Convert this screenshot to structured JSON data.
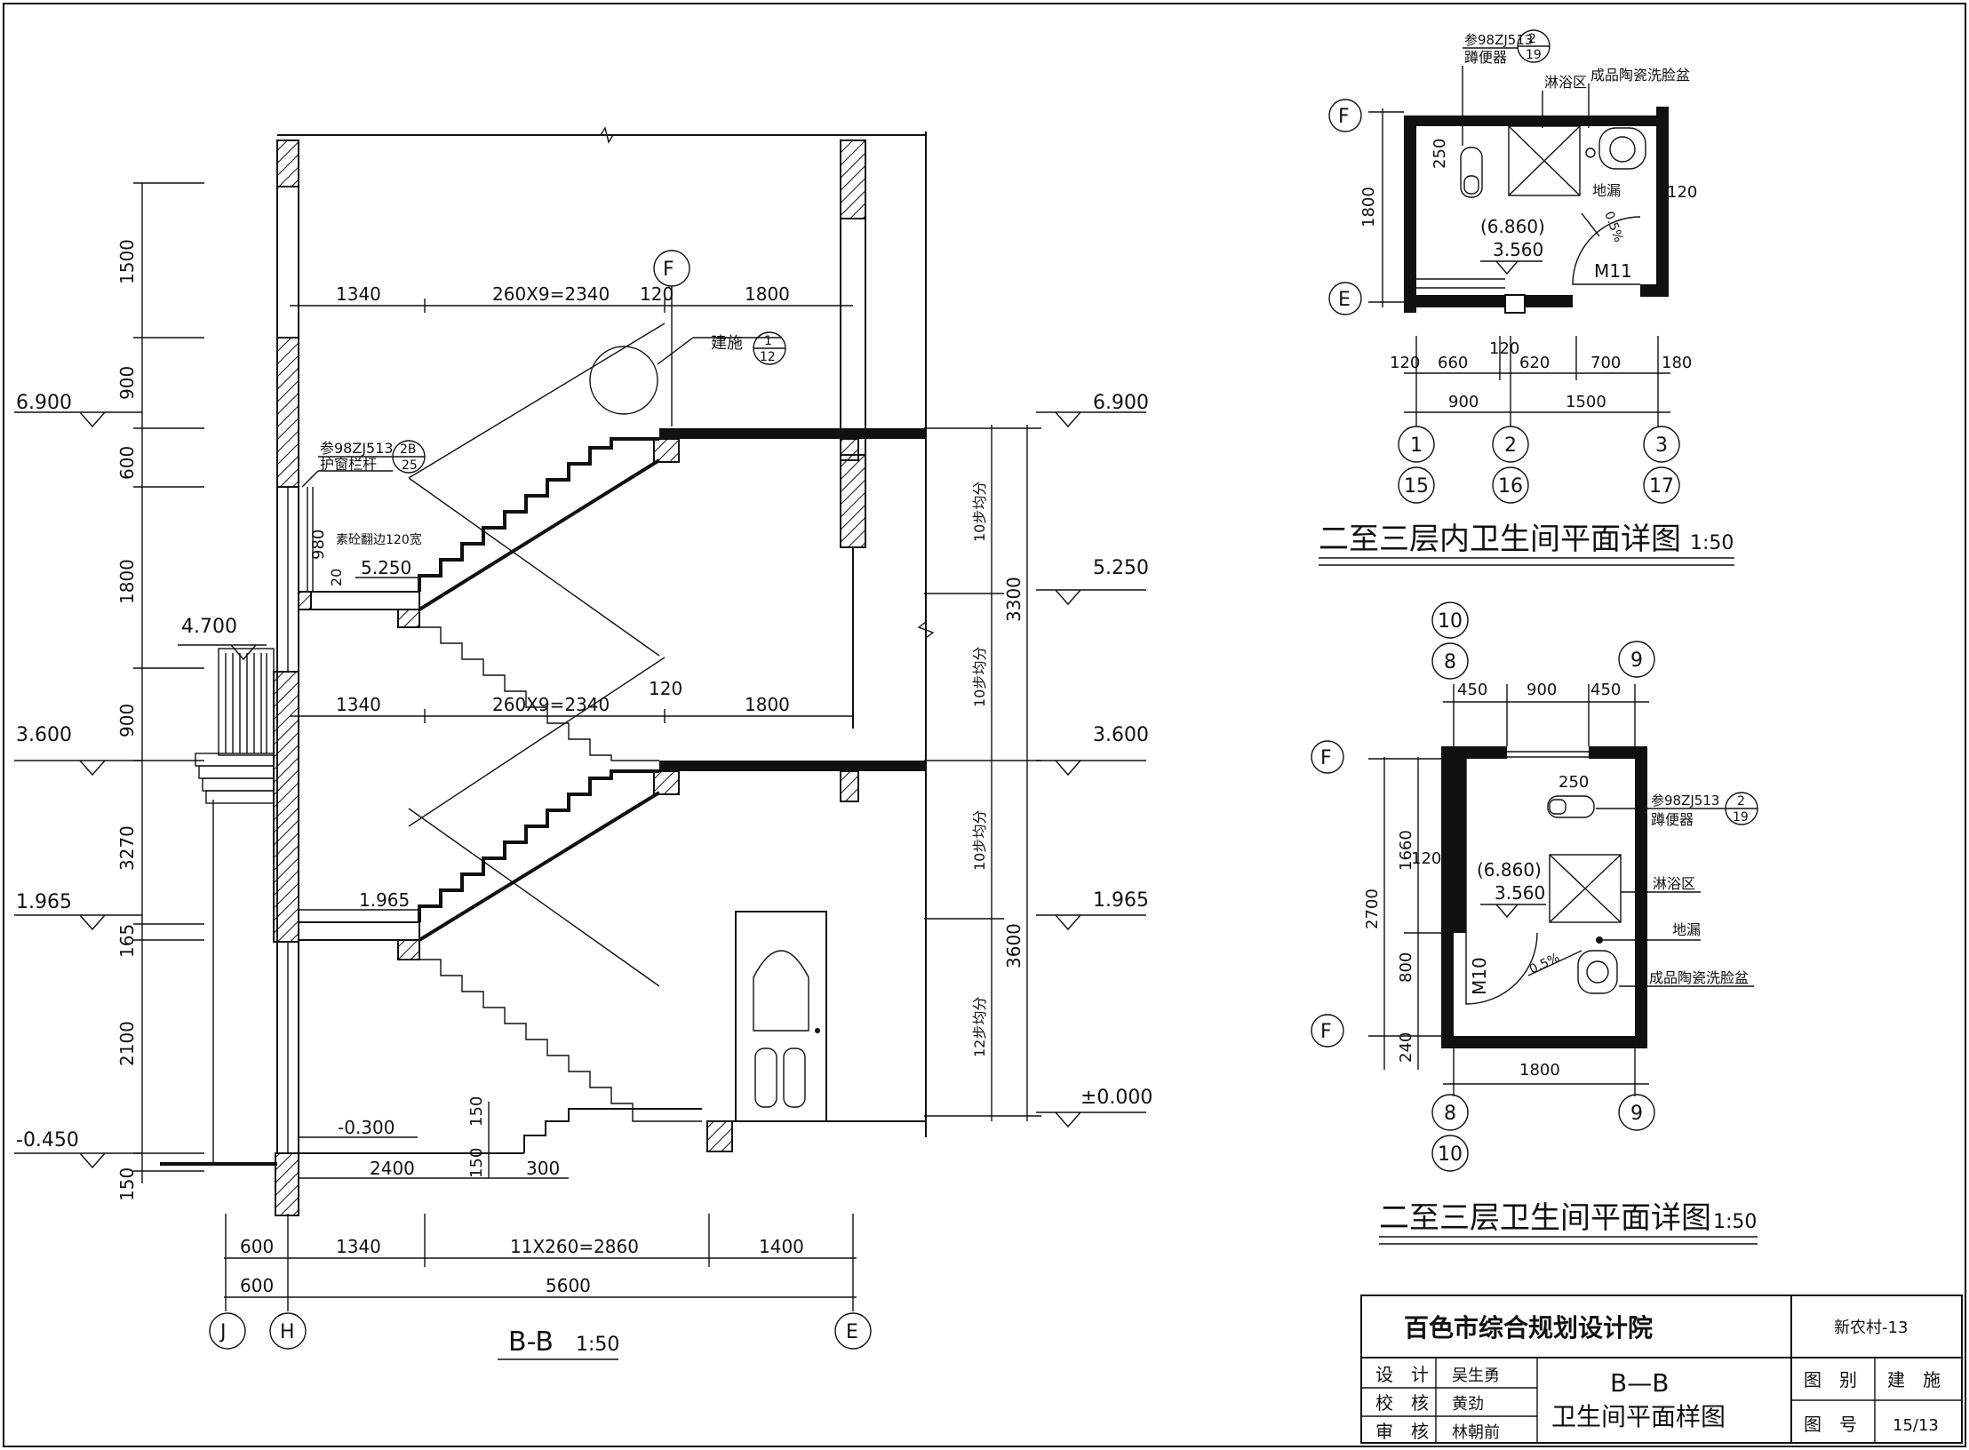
{
  "section": {
    "title": "B-B",
    "scale": "1:50",
    "levels": [
      "6.900",
      "5.250",
      "3.600",
      "1.965",
      "4.700",
      "-0.450",
      "±0.000",
      "-0.300"
    ],
    "left_vertical_dims": [
      "1500",
      "900",
      "600",
      "1800",
      "900",
      "3270",
      "165",
      "2100",
      "150"
    ],
    "stair_dims_upper": [
      "1340",
      "260X9=2340",
      "120",
      "1800"
    ],
    "stair_dims_lower": [
      "1340",
      "260X9=2340",
      "120",
      "1800"
    ],
    "right_vertical_dims": [
      "10步均分",
      "10步均分",
      "3300",
      "10步均分",
      "12步均分",
      "3600"
    ],
    "bottom_dims_row1": [
      "600",
      "1340",
      "11X260=2860",
      "1400"
    ],
    "bottom_dims_row2": [
      "600",
      "5600"
    ],
    "ground_dims": [
      "2400",
      "150",
      "300",
      "150"
    ],
    "axes": [
      "J",
      "H",
      "E",
      "F"
    ],
    "notes": {
      "ref1": "建施",
      "ref1_num": "1",
      "ref1_sheet": "12",
      "ref2": "参98ZJ513",
      "ref2_num": "2B",
      "ref2_sheet": "25",
      "ref2_label": "护窗栏杆",
      "sill": "素砼翻边120宽",
      "sill_dim": "980",
      "small_dim": "20"
    }
  },
  "plan1": {
    "title": "二至三层内卫生间平面详图",
    "scale": "1:50",
    "labels": {
      "toilet_ref": "参98ZJ513",
      "toilet_num": "2",
      "toilet_sheet": "19",
      "toilet": "蹲便器",
      "shower": "淋浴区",
      "basin": "成品陶瓷洗脸盆",
      "drain": "地漏",
      "level_paren": "(6.860)",
      "level": "3.560",
      "door": "M11",
      "slope": "0.5%"
    },
    "dims_top": [
      "120",
      "660",
      "620",
      "700",
      "180"
    ],
    "dims_total": [
      "900",
      "1500"
    ],
    "dims_misc": [
      "250",
      "120",
      "1800",
      "120"
    ],
    "axes_row1": [
      "1",
      "2",
      "3"
    ],
    "axes_row2": [
      "15",
      "16",
      "17"
    ],
    "axes_side": [
      "F",
      "E"
    ]
  },
  "plan2": {
    "title": "二至三层卫生间平面详图",
    "scale": "1:50",
    "labels": {
      "toilet_ref": "参98ZJ513",
      "toilet_num": "2",
      "toilet_sheet": "19",
      "toilet": "蹲便器",
      "shower": "淋浴区",
      "drain": "地漏",
      "basin": "成品陶瓷洗脸盆",
      "level_paren": "(6.860)",
      "level": "3.560",
      "door": "M10",
      "slope": "0.5%"
    },
    "dims_top": [
      "450",
      "900",
      "450"
    ],
    "dims_side": [
      "1660",
      "800",
      "240",
      "2700",
      "120",
      "250"
    ],
    "dims_bottom": [
      "1800"
    ],
    "axes_top": [
      "10",
      "8",
      "9"
    ],
    "axes_bottom": [
      "8",
      "10",
      "9"
    ],
    "axes_side": [
      "F",
      "F"
    ]
  },
  "title_block": {
    "institute": "百色市综合规划设计院",
    "project": "新农村-13",
    "rows": [
      {
        "role": "设　计",
        "name": "吴生勇"
      },
      {
        "role": "校　核",
        "name": "黄劲"
      },
      {
        "role": "审　核",
        "name": "林朝前"
      }
    ],
    "drawing_name_1": "B—B",
    "drawing_name_2": "卫生间平面样图",
    "category_label": "图　别",
    "category_value": "建　施",
    "number_label": "图　号",
    "number_value": "15/13"
  }
}
